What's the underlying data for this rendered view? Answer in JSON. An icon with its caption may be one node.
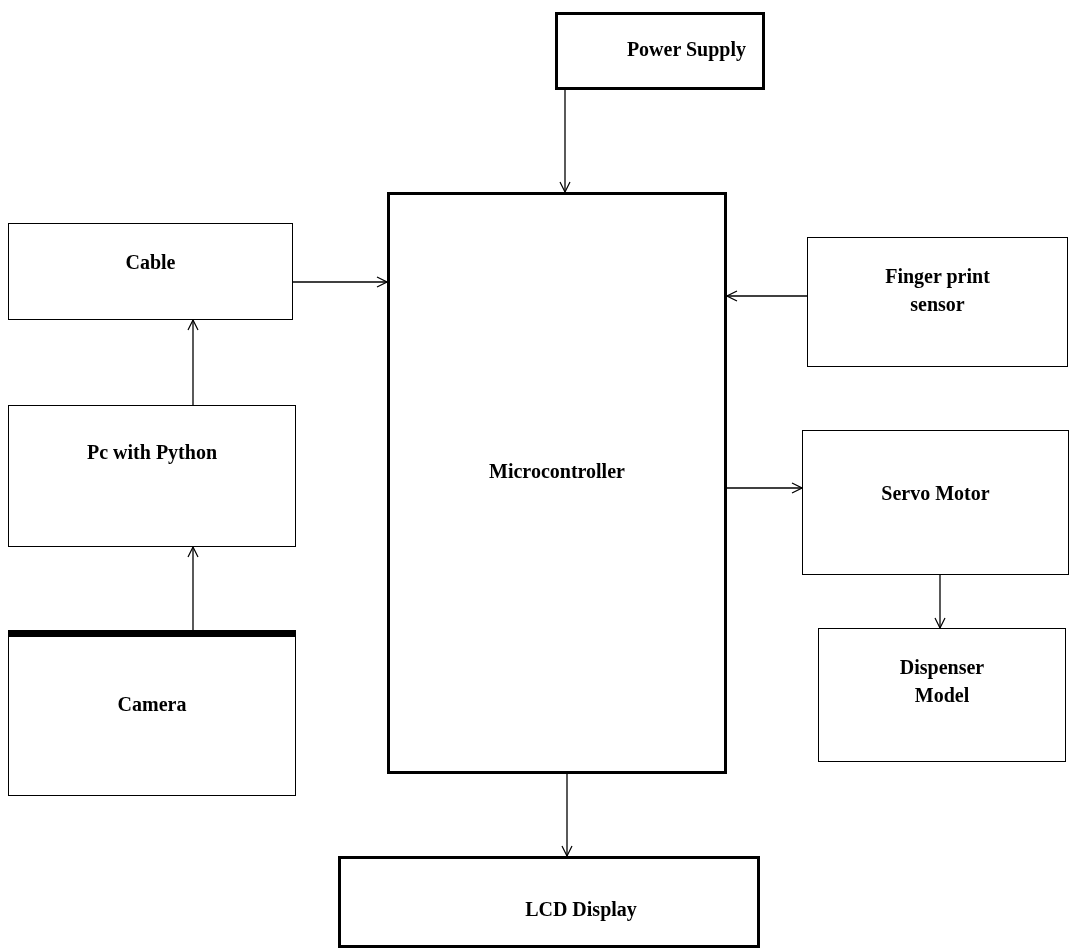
{
  "diagram": {
    "nodes": [
      {
        "text": [
          "Power Supply"
        ]
      },
      {
        "text": [
          "Microcontroller"
        ]
      },
      {
        "text": [
          "Cable"
        ]
      },
      {
        "text": [
          "Pc with Python"
        ]
      },
      {
        "text": [
          "Camera"
        ]
      },
      {
        "text": [
          "Finger print sensor"
        ]
      },
      {
        "text": [
          "Servo Motor"
        ]
      },
      {
        "text": [
          "Dispenser Model"
        ]
      },
      {
        "text": [
          "LCD Display"
        ]
      }
    ],
    "edges": [
      {
        "from": 0,
        "to": 1,
        "arrow": "to"
      },
      {
        "from": 2,
        "to": 1,
        "arrow": "to"
      },
      {
        "from": 3,
        "to": 2,
        "arrow": "to"
      },
      {
        "from": 4,
        "to": 3,
        "arrow": "to"
      },
      {
        "from": 5,
        "to": 1,
        "arrow": "to"
      },
      {
        "from": 1,
        "to": 6,
        "arrow": "to"
      },
      {
        "from": 6,
        "to": 7,
        "arrow": "to"
      },
      {
        "from": 1,
        "to": 8,
        "arrow": "to"
      }
    ]
  }
}
